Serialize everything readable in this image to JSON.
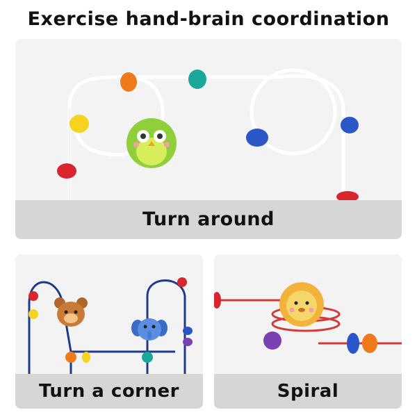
{
  "headline": "Exercise hand-brain coordination",
  "panels": [
    {
      "caption": "Turn around"
    },
    {
      "caption": "Turn a corner"
    },
    {
      "caption": "Spiral"
    }
  ],
  "colors": {
    "background": "#ffffff",
    "panel": "#f3f3f3",
    "caption_bar": "#d6d6d6",
    "wire_white": "#ffffff",
    "wire_blue": "#1f3a8a",
    "wire_red": "#d23a3a",
    "bead_orange": "#f07a1a",
    "bead_teal": "#1aa89a",
    "bead_yellow": "#f5d31f",
    "bead_red": "#d9262e",
    "bead_blue": "#2a56c8",
    "bead_purple": "#7a3fb0"
  },
  "icons": [
    "owl-bead-icon",
    "bear-bead-icon",
    "elephant-bead-icon",
    "lion-bead-icon"
  ]
}
